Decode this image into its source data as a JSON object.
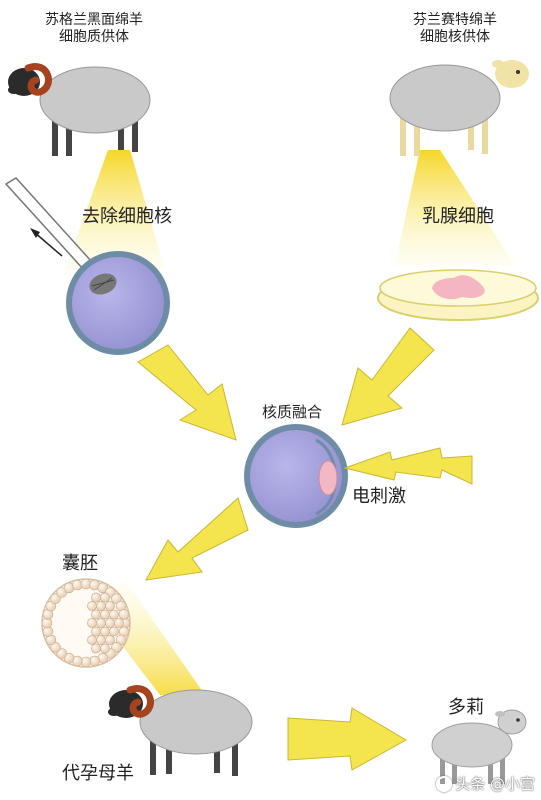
{
  "labels": {
    "donor_black": [
      "苏格兰黑面绵羊",
      "细胞质供体"
    ],
    "donor_white": [
      "芬兰赛特绵羊",
      "细胞核供体"
    ],
    "remove_nucleus": "去除细胞核",
    "mammary_cell": "乳腺细胞",
    "fusion": "核质融合",
    "electric": "电刺激",
    "blastocyst": "囊胚",
    "surrogate": "代孕母羊",
    "dolly": "多莉"
  },
  "watermark": "头条 @小宫",
  "colors": {
    "beam": "#f7e25a",
    "arrow": "#f4e44e",
    "cell_fill": "#a7a4dd",
    "cell_ring": "#6f8ca6",
    "sheep_body": "#c9c9c9",
    "ram_horn": "#a6431f"
  }
}
